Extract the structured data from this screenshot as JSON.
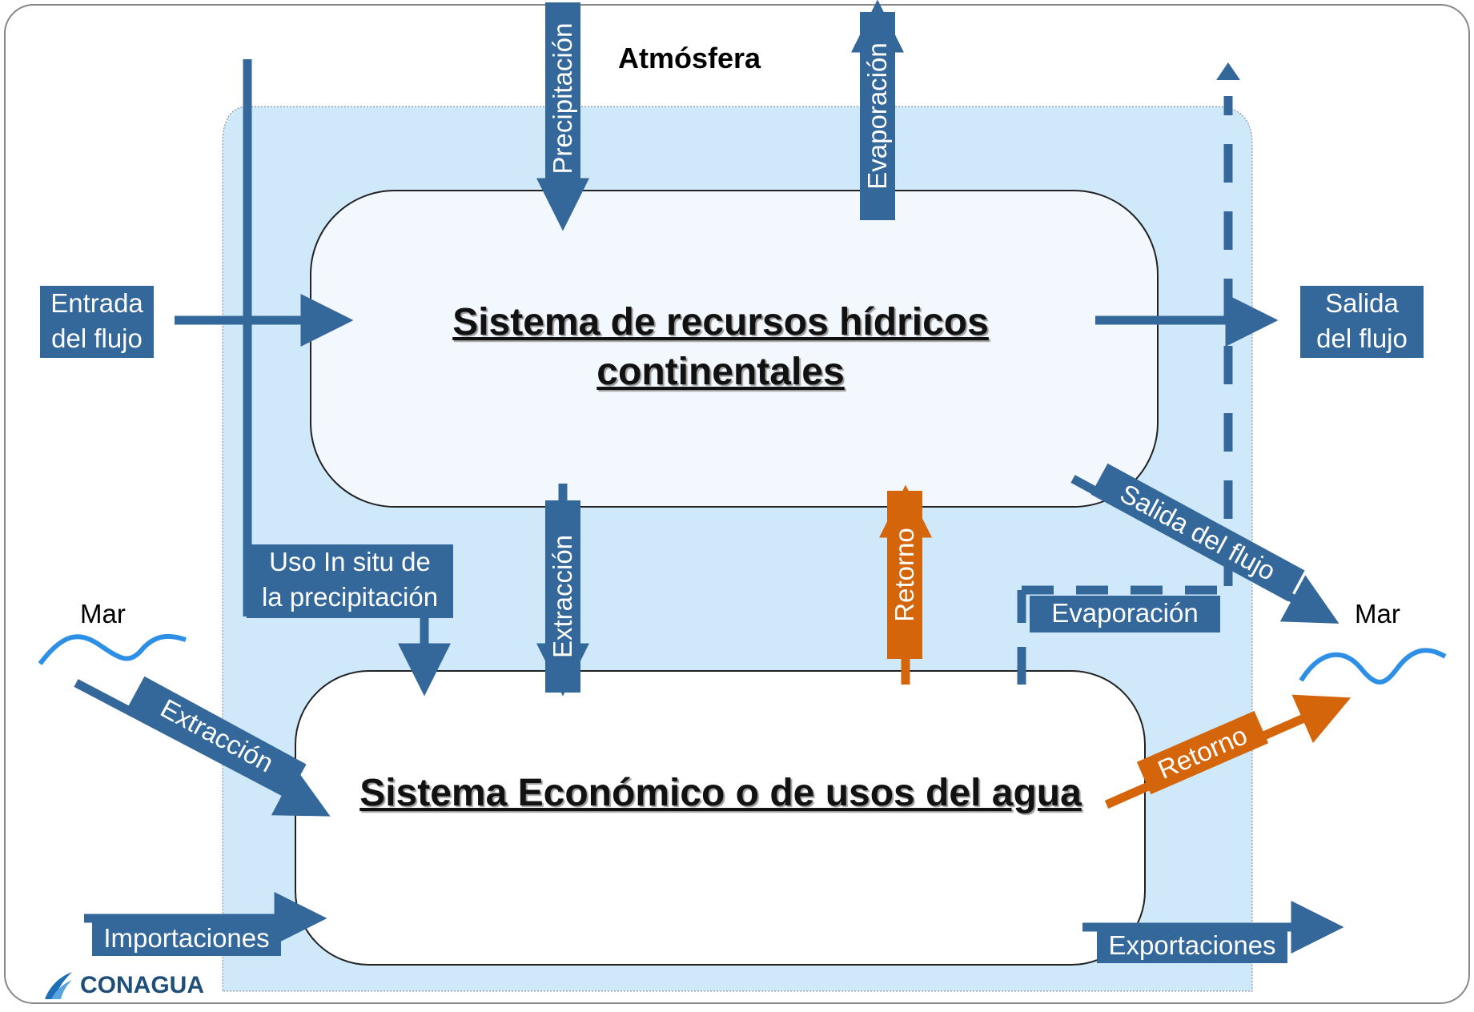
{
  "labels": {
    "atmosphere": "Atmósfera",
    "system_water": "Sistema de recursos hídricos continentales",
    "system_econ": "Sistema Económico o de usos del agua",
    "entrada_flujo_1": "Entrada",
    "entrada_flujo_2": "del flujo",
    "salida_flujo_1": "Salida",
    "salida_flujo_2": "del flujo",
    "precipitacion": "Precipitación",
    "evaporacion_top": "Evaporación",
    "uso_insitu_1": "Uso In situ de",
    "uso_insitu_2": "la precipitación",
    "extraccion_mid": "Extracción",
    "retorno_mid": "Retorno",
    "salida_flujo_diag": "Salida del flujo",
    "evaporacion_right": "Evaporación",
    "mar_left": "Mar",
    "mar_right": "Mar",
    "extraccion_sea": "Extracción",
    "retorno_sea": "Retorno",
    "importaciones": "Importaciones",
    "exportaciones": "Exportaciones",
    "logo": "CONAGUA"
  },
  "colors": {
    "flow_blue": "#34679a",
    "return_orange": "#d5650a",
    "sea_blue": "#2e8fe6",
    "region_fill": "#cfe9fb",
    "box_fill": "#f2f8fd"
  },
  "icons": {
    "logo": "conagua-logo-icon",
    "wave": "sea-wave-icon"
  }
}
